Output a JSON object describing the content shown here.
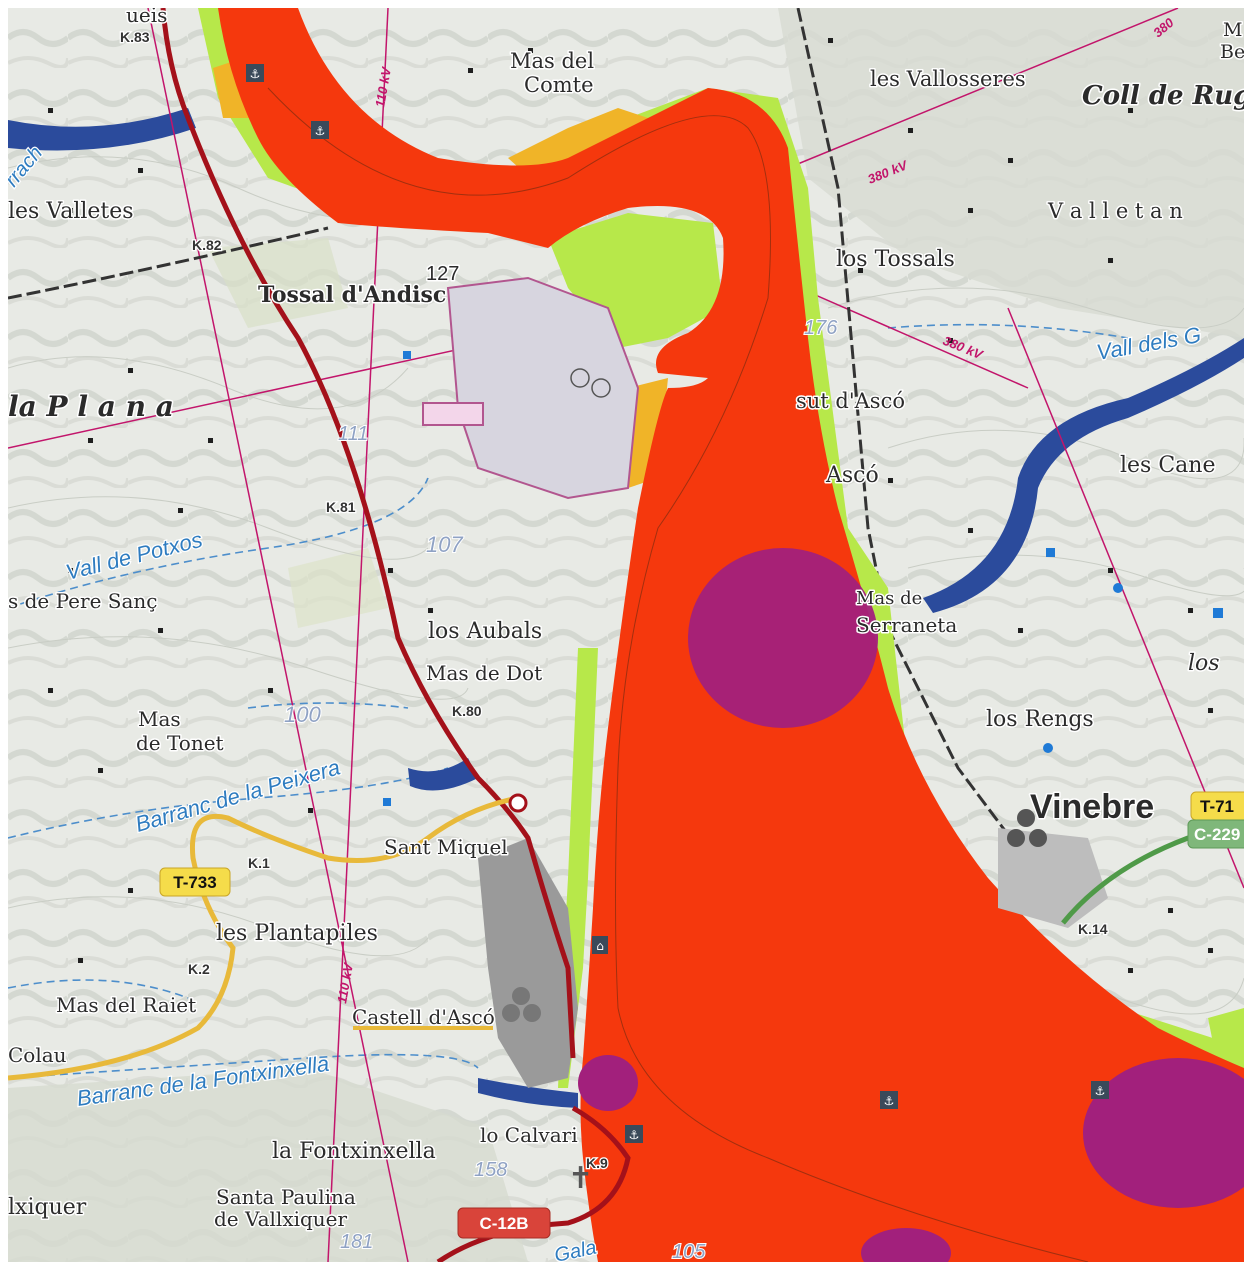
{
  "map": {
    "colors": {
      "base": "#e9ebe6",
      "river_red": "#f5380d",
      "flood_green": "#b7e84a",
      "flood_orange": "#f0b428",
      "flood_purple": "#a2207c",
      "stream_blue": "#2b4b9c",
      "road_dark_red": "#a4111a",
      "road_yellow": "#e8b93a",
      "road_green": "#4f9a48",
      "powerline": "#c2156b"
    },
    "place_labels": {
      "les_valletes": "les Valletes",
      "mas_del_comte_1": "Mas del",
      "mas_del_comte_2": "Comte",
      "les_vallosseres": "les Vallosseres",
      "coll_de_rug": "Coll de Rug",
      "valletan": "V a l l e t a n",
      "los_tossals": "los Tossals",
      "tossal_dandisc": "Tossal d'Andisc",
      "la_plana": "la  P l a n a",
      "sut_dasco": "sut d'Ascó",
      "asco": "Ascó",
      "les_canes": "les Cane",
      "les_de_pere_sanc": "s de Pere Sanç",
      "los_aubals": "los Aubals",
      "mas_de_dot": "Mas de Dot",
      "mas_de_tonet_1": "Mas",
      "mas_de_tonet_2": "de Tonet",
      "mas_de_serraneta_1": "Mas de",
      "mas_de_serraneta_2": "Serraneta",
      "los_partial": "los",
      "los_rengs": "los Rengs",
      "vinebre": "Vinebre",
      "sant_miquel": "Sant Miquel",
      "les_plantapiles": "les Plantapiles",
      "mas_del_raiet": "Mas del Raiet",
      "castell_dasco": "Castell d'Ascó",
      "colau": "Colau",
      "lo_calvari": "lo Calvari",
      "la_fontxinxella": "la Fontxinxella",
      "santa_paulina_1": "Santa Paulina",
      "santa_paulina_2": "de Vallxiquer",
      "ixiquer": "lxiquer",
      "top_right_m": "M",
      "top_right_be": "Be",
      "top_left_ueis": "ueis"
    },
    "water_labels": {
      "vall_de_potxos": "Vall de Potxos",
      "barranc_peixera": "Barranc de la Peixera",
      "barranc_fontxinxella": "Barranc de la Fontxinxella",
      "vall_dels_g": "Vall dels G",
      "gala": "Gala",
      "racha": "rrach"
    },
    "elevation_labels": {
      "e127": "127",
      "e176": "176",
      "e111": "111",
      "e107": "107",
      "e100": "100",
      "e158": "158",
      "e181": "181",
      "e105": "105"
    },
    "kilometer_markers": {
      "k83": "K.83",
      "k82": "K.82",
      "k81": "K.81",
      "k80": "K.80",
      "k1": "K.1",
      "k2": "K.2",
      "k9": "K.9",
      "k14": "K.14"
    },
    "powerline_labels": {
      "kv110_top": "110 kV",
      "kv110_bottom": "110 kV",
      "kv380_a": "380 kV",
      "kv380_b": "380 kV",
      "kv380_c": "380"
    },
    "road_shields": {
      "t733": "T-733",
      "t71": "T-71",
      "c229": "C-229",
      "c12b": "C-12B"
    },
    "icons": [
      "landing-stage-icon",
      "water-tank-icon",
      "church-icon",
      "building-icon"
    ]
  }
}
